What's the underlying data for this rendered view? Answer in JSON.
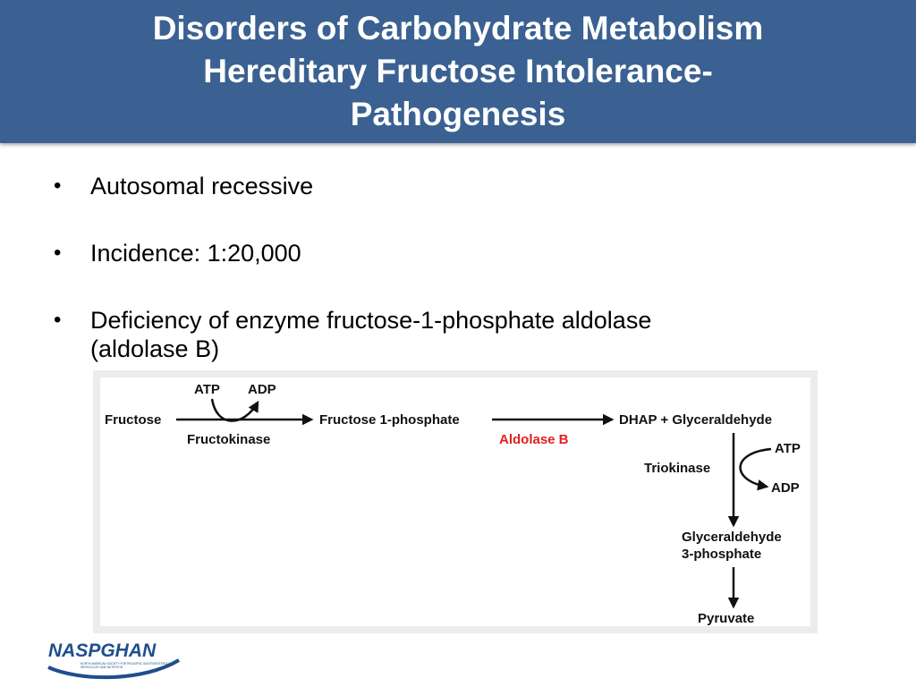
{
  "title": {
    "line1": "Disorders of Carbohydrate Metabolism",
    "line2": "Hereditary Fructose Intolerance-",
    "line3": "Pathogenesis"
  },
  "bullets": [
    {
      "line1": "Autosomal recessive",
      "line2": ""
    },
    {
      "line1": "Incidence: 1:20,000",
      "line2": ""
    },
    {
      "line1": "Deficiency of enzyme fructose-1-phosphate aldolase",
      "line2": "(aldolase B)"
    }
  ],
  "bullet_symbol": "•",
  "pathway": {
    "fructose": "Fructose",
    "atp_top": "ATP",
    "adp_top": "ADP",
    "fructokinase": "Fructokinase",
    "fructose_1_phosphate": "Fructose 1-phosphate",
    "aldolase_b": "Aldolase B",
    "dhap_glyceraldehyde": "DHAP + Glyceraldehyde",
    "triokinase": "Triokinase",
    "atp_right": "ATP",
    "adp_right": "ADP",
    "glyceraldehyde_line1": "Glyceraldehyde",
    "glyceraldehyde_line2": "3-phosphate",
    "pyruvate": "Pyruvate",
    "highlight_color": "#e02020"
  },
  "logo": {
    "text": "NASPGHAN",
    "tagline_line1": "NORTH AMERICAN SOCIETY FOR PEDIATRIC GASTROENTEROLOGY,",
    "tagline_line2": "HEPATOLOGY AND NUTRITION"
  },
  "colors": {
    "title_bar": "#3a6191",
    "title_text": "#ffffff",
    "diagram_frame": "#ececec",
    "logo_blue": "#1f4e8c"
  }
}
